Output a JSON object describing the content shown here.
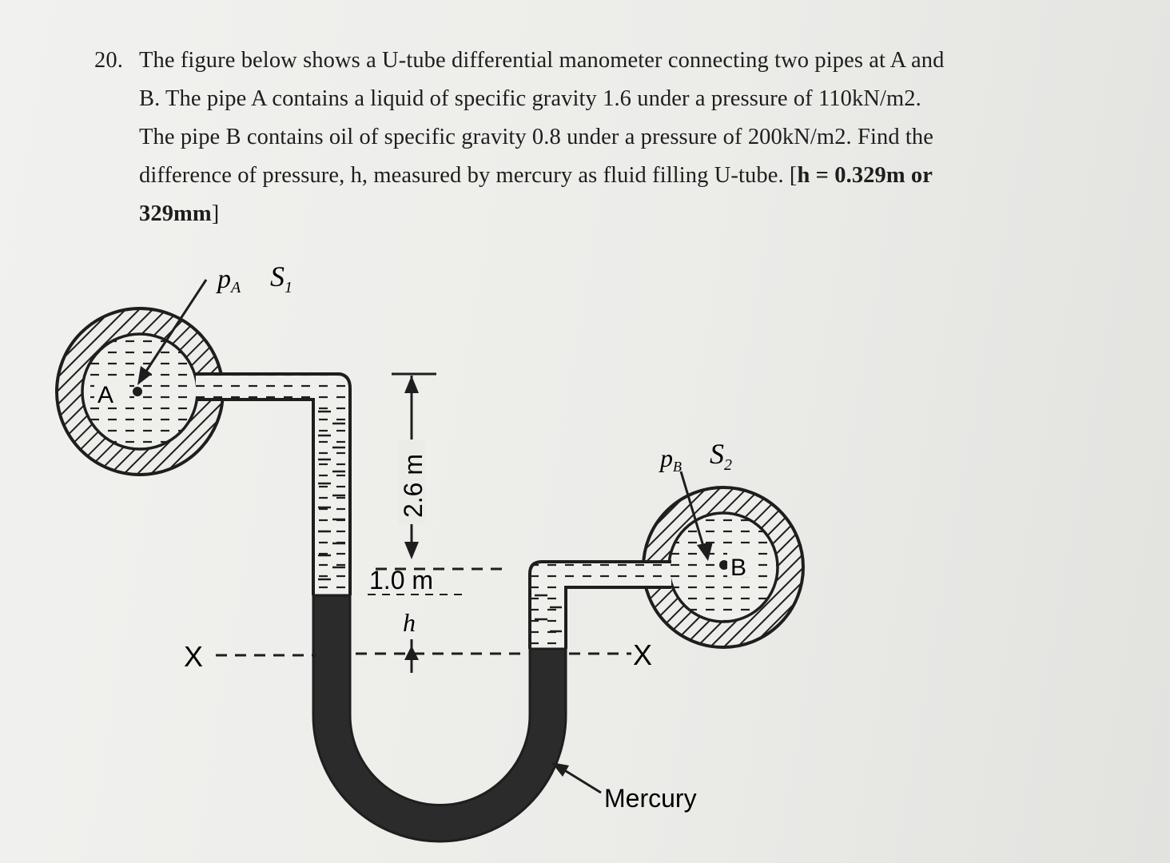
{
  "problem": {
    "number": "20.",
    "line1": "The figure below shows a U-tube differential manometer connecting two pipes at A and",
    "line2": "B. The pipe A contains a liquid of specific gravity 1.6 under a pressure of 110kN/m2.",
    "line3": "The pipe B contains oil of specific gravity 0.8 under a pressure of 200kN/m2. Find the",
    "line4_pre": "difference of pressure, h, measured by mercury as fluid filling U-tube. [",
    "line4_ans": "h = 0.329m or",
    "line5_ans": "329mm",
    "line5_post": "]"
  },
  "figure": {
    "label_pa": "p",
    "label_pa_sub": "A",
    "label_s1": "S",
    "label_s1_sub": "1",
    "label_pb": "p",
    "label_pb_sub": "B",
    "label_s2": "S",
    "label_s2_sub": "2",
    "label_a": "A",
    "label_b": "B",
    "dim_26": "2.6 m",
    "dim_10": "1.0 m",
    "dim_h": "h",
    "x_left": "X",
    "x_right": "X",
    "mercury": "Mercury"
  }
}
